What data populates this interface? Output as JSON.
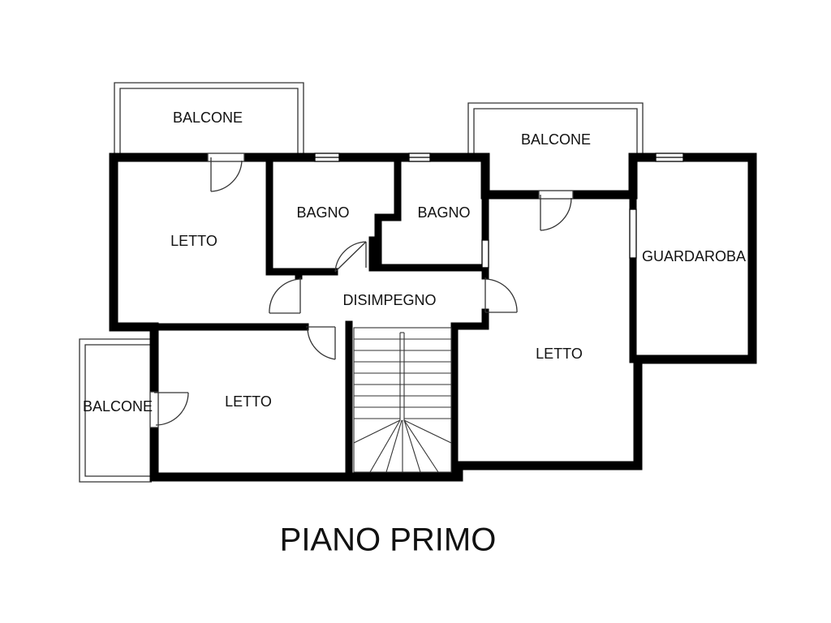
{
  "title": "PIANO PRIMO",
  "rooms": {
    "balcone_top_left": "BALCONE",
    "balcone_top_right": "BALCONE",
    "balcone_left": "BALCONE",
    "letto_top_left": "LETTO",
    "bagno_1": "BAGNO",
    "bagno_2": "BAGNO",
    "guardaroba": "GUARDAROBA",
    "disimpegno": "DISIMPEGNO",
    "letto_bottom_left": "LETTO",
    "letto_right": "LETTO"
  },
  "colors": {
    "wall": "#000000",
    "line": "#333333",
    "background": "#ffffff"
  }
}
